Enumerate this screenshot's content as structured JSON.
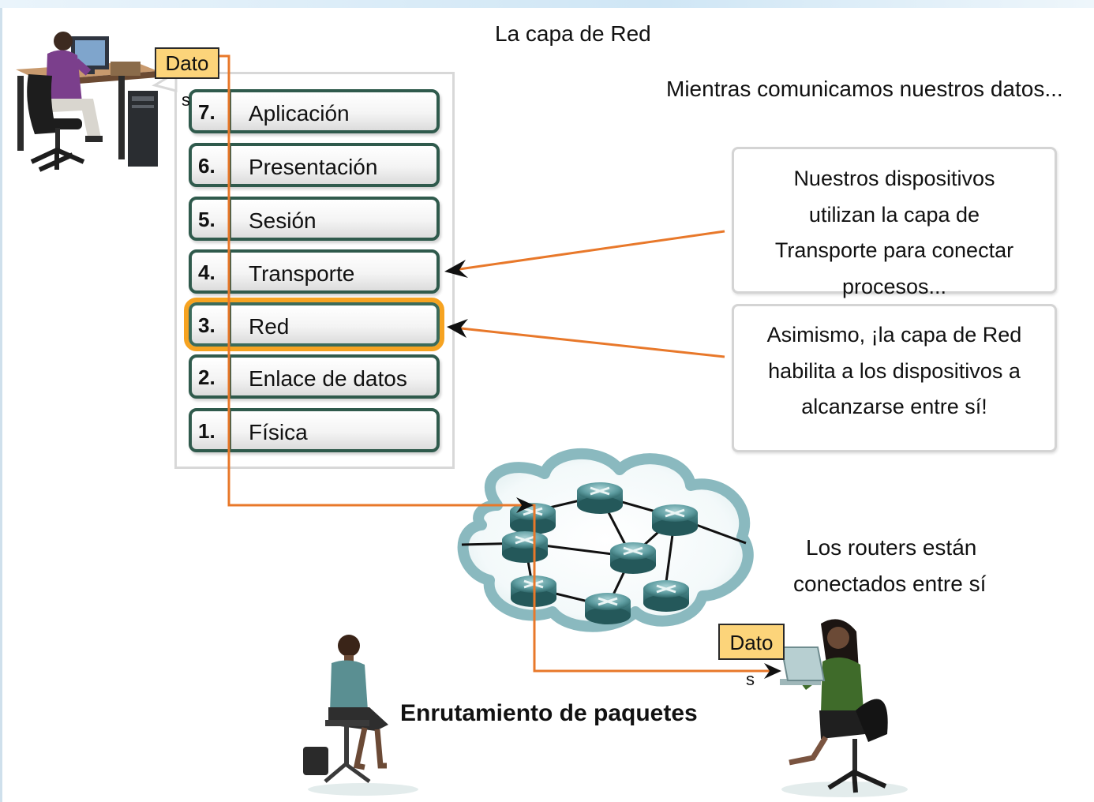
{
  "title": "La capa de Red",
  "intro": "Mientras comunicamos nuestros datos...",
  "layers": [
    {
      "num": "7.",
      "name": "Aplicación"
    },
    {
      "num": "6.",
      "name": "Presentación"
    },
    {
      "num": "5.",
      "name": "Sesión"
    },
    {
      "num": "4.",
      "name": "Transporte"
    },
    {
      "num": "3.",
      "name": "Red"
    },
    {
      "num": "2.",
      "name": "Enlace de datos"
    },
    {
      "num": "1.",
      "name": "Física"
    }
  ],
  "callouts": {
    "transport": [
      "Nuestros dispositivos",
      "utilizan la capa de",
      "Transporte para conectar",
      "procesos..."
    ],
    "network": [
      "Asimismo, ¡la capa de Red",
      "habilita a los dispositivos a",
      "alcanzarse entre sí!"
    ]
  },
  "routers_text": [
    "Los routers están",
    "conectados entre sí"
  ],
  "routing_label": "Enrutamiento de paquetes",
  "data_tag": {
    "top": "Dato",
    "suffix": "s"
  },
  "colors": {
    "accent_orange": "#e8782a",
    "highlight": "#f6a321",
    "layer_border": "#2f5a4c",
    "data_tag": "#fcd47a",
    "cloud": "#8ab9bf",
    "router": "#4f8f93"
  },
  "icons": [
    "user-at-desk-icon",
    "router-icon",
    "network-cloud-icon",
    "seated-woman-icon",
    "woman-with-laptop-icon"
  ]
}
